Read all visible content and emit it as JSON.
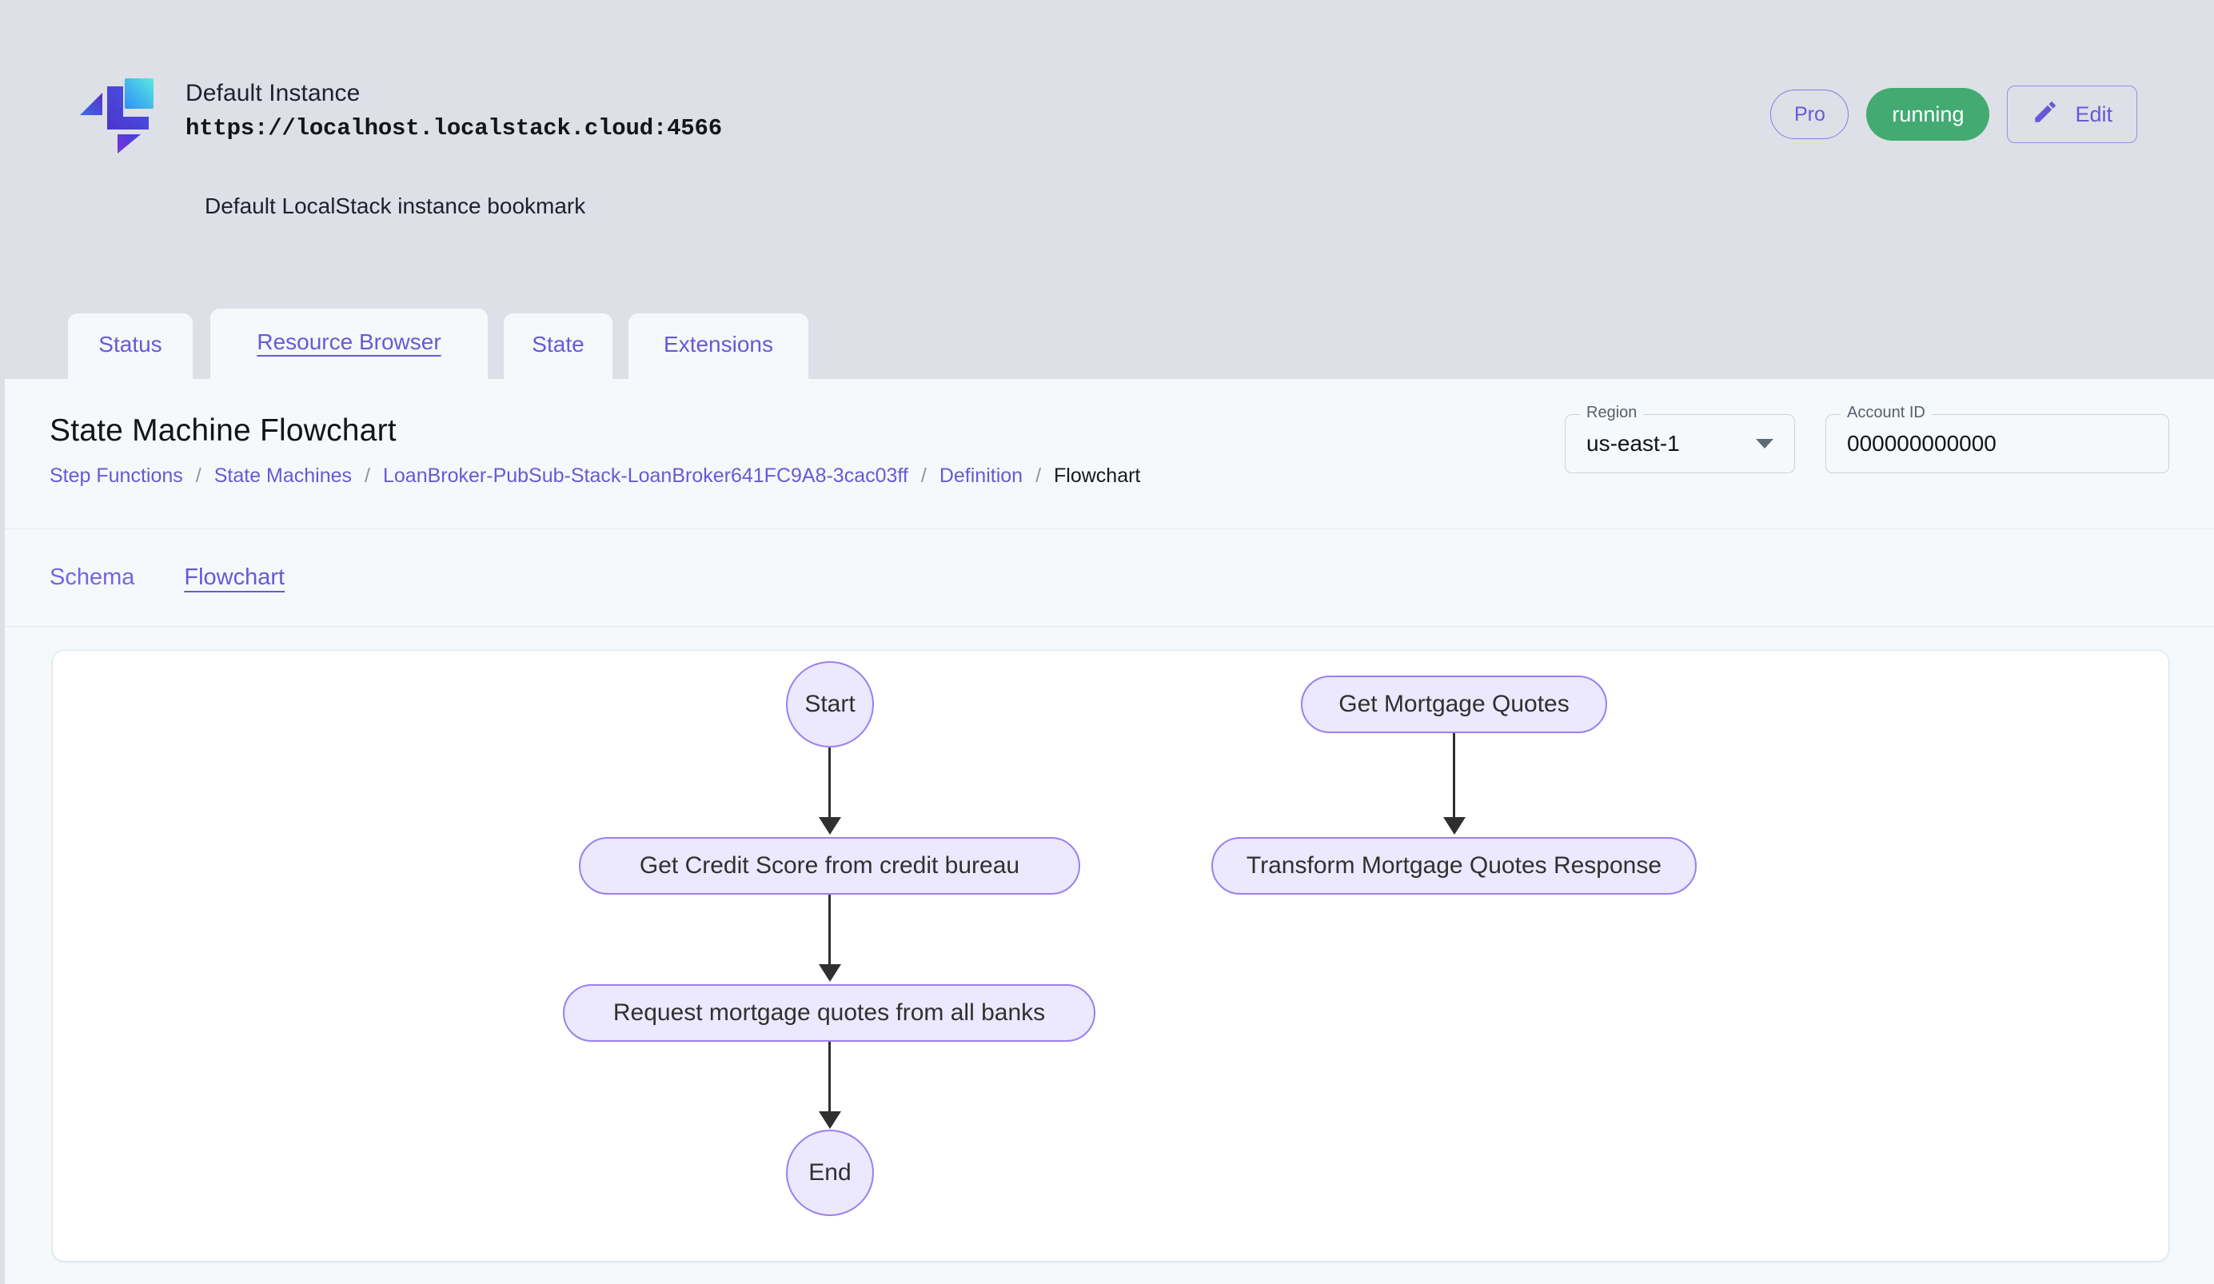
{
  "header": {
    "logo_icon": "localstack-logo",
    "instance_name": "Default Instance",
    "endpoint": "https://localhost.localstack.cloud:4566",
    "description": "Default LocalStack instance bookmark",
    "pro_chip": "Pro",
    "status_chip": "running",
    "edit_label": "Edit",
    "edit_icon": "pencil-icon",
    "colors": {
      "header_bg": "#dde0e6",
      "accent": "#6c57d6",
      "running_green": "#43ab72"
    }
  },
  "tabs": [
    {
      "label": "Status",
      "active": false
    },
    {
      "label": "Resource Browser",
      "active": true
    },
    {
      "label": "State",
      "active": false
    },
    {
      "label": "Extensions",
      "active": false
    }
  ],
  "page": {
    "title": "State Machine Flowchart",
    "breadcrumb": [
      {
        "label": "Step Functions",
        "current": false
      },
      {
        "label": "State Machines",
        "current": false
      },
      {
        "label": "LoanBroker-PubSub-Stack-LoanBroker641FC9A8-3cac03ff",
        "current": false
      },
      {
        "label": "Definition",
        "current": false
      },
      {
        "label": "Flowchart",
        "current": true
      }
    ],
    "breadcrumb_separator": "/"
  },
  "filters": {
    "region": {
      "legend": "Region",
      "value": "us-east-1",
      "icon": "chevron-down-icon"
    },
    "account": {
      "legend": "Account ID",
      "value": "000000000000"
    }
  },
  "subtabs": [
    {
      "label": "Schema",
      "active": false
    },
    {
      "label": "Flowchart",
      "active": true
    }
  ],
  "chart_data": {
    "type": "diagram",
    "title": "State Machine Flowchart",
    "node_fill": "#ece8fd",
    "node_stroke": "#9b7ff0",
    "edge_color": "#2f2f2f",
    "nodes": [
      {
        "id": "start",
        "label": "Start",
        "shape": "terminal"
      },
      {
        "id": "credit",
        "label": "Get Credit Score from credit bureau",
        "shape": "rounded"
      },
      {
        "id": "request",
        "label": "Request mortgage quotes from all banks",
        "shape": "rounded"
      },
      {
        "id": "end",
        "label": "End",
        "shape": "terminal"
      },
      {
        "id": "getquotes",
        "label": "Get Mortgage Quotes",
        "shape": "rounded"
      },
      {
        "id": "transform",
        "label": "Transform Mortgage Quotes Response",
        "shape": "rounded"
      }
    ],
    "edges": [
      {
        "from": "start",
        "to": "credit"
      },
      {
        "from": "credit",
        "to": "request"
      },
      {
        "from": "request",
        "to": "end"
      },
      {
        "from": "getquotes",
        "to": "transform"
      }
    ]
  }
}
